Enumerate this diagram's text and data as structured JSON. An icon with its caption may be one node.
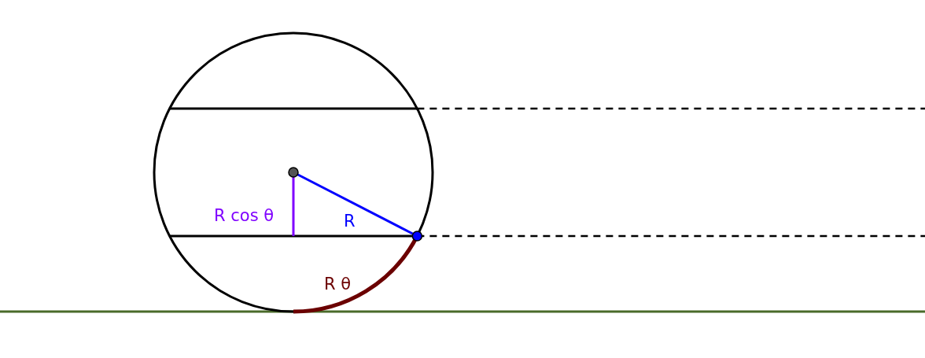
{
  "diagram": {
    "labels": [
      "R cos θ",
      "R",
      "R θ"
    ]
  }
}
